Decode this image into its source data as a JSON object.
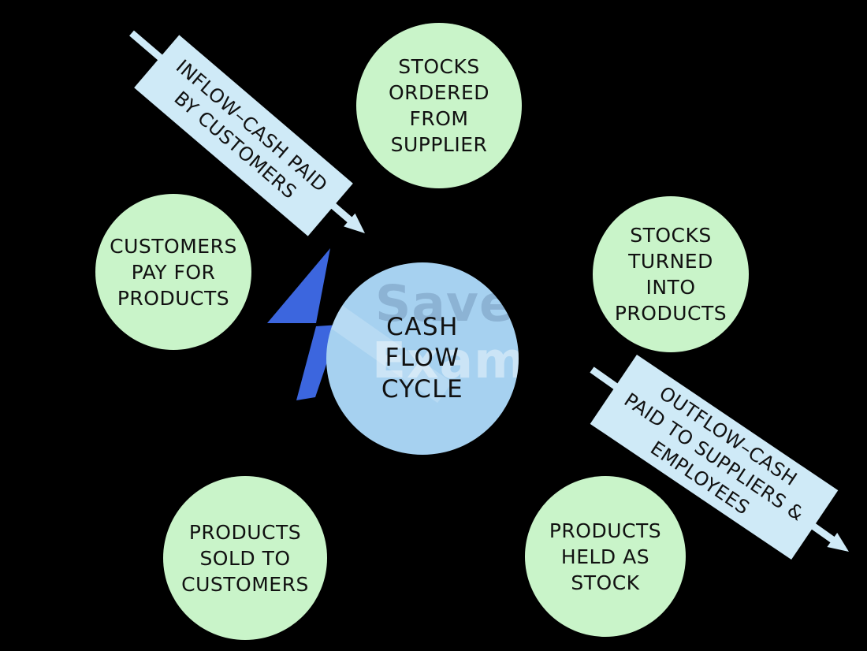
{
  "colors": {
    "background": "#000000",
    "node_green": "#c9f4c9",
    "center_blue": "#a6d1f0",
    "banner_blue": "#cfeaf7",
    "bolt_blue": "#3c66de",
    "text": "#111111"
  },
  "center_node": {
    "lines": [
      "CASH",
      "FLOW",
      "CYCLE"
    ]
  },
  "nodes": [
    {
      "id": "stocks-ordered-from-supplier",
      "lines": [
        "STOCKS",
        "ORDERED",
        "FROM",
        "SUPPLIER"
      ]
    },
    {
      "id": "stocks-turned-into-products",
      "lines": [
        "STOCKS",
        "TURNED",
        "INTO",
        "PRODUCTS"
      ]
    },
    {
      "id": "products-held-as-stock",
      "lines": [
        "PRODUCTS",
        "HELD AS",
        "STOCK"
      ]
    },
    {
      "id": "products-sold-to-customers",
      "lines": [
        "PRODUCTS",
        "SOLD TO",
        "CUSTOMERS"
      ]
    },
    {
      "id": "customers-pay-for-products",
      "lines": [
        "CUSTOMERS",
        "PAY FOR",
        "PRODUCTS"
      ]
    }
  ],
  "banners": {
    "inflow": {
      "lines": [
        "INFLOW–CASH PAID",
        "BY CUSTOMERS"
      ]
    },
    "outflow": {
      "lines": [
        "OUTFLOW–CASH",
        "PAID TO SUPPLIERS &",
        "EMPLOYEES"
      ]
    }
  },
  "watermark": {
    "line1": "Save",
    "line2": "Exam"
  }
}
